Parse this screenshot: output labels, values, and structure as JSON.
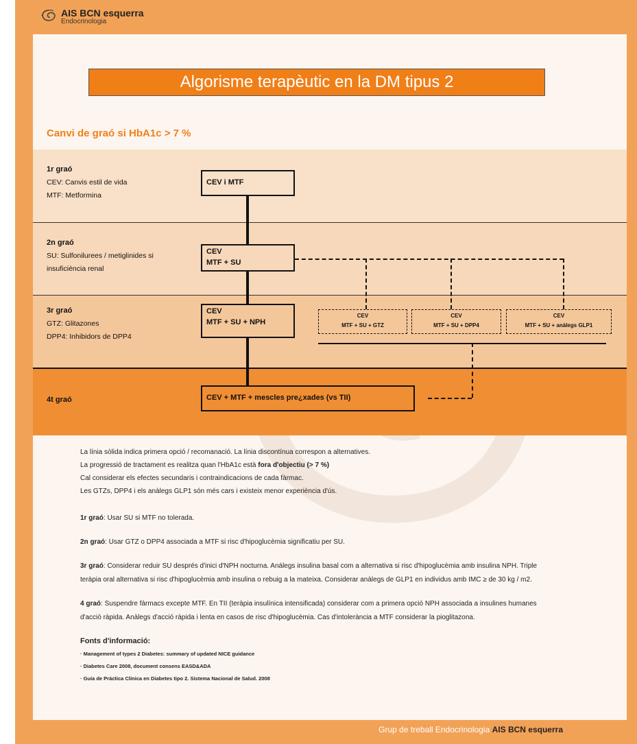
{
  "header": {
    "org_name": "AIS BCN esquerra",
    "org_sub": "Endocrinologia"
  },
  "title": "Algorisme terapèutic en la DM tipus 2",
  "subtitle": "Canvi de graó si HbA1c > 7 %",
  "steps": [
    {
      "heading": "1r graó",
      "lines": [
        "CEV: Canvis estil de vida",
        "MTF: Metformina"
      ],
      "box": [
        "CEV i MTF"
      ]
    },
    {
      "heading": "2n graó",
      "lines": [
        "SU: Sulfonilurees / metiglinides si",
        "insuficiència renal"
      ],
      "box": [
        "CEV",
        "MTF + SU"
      ]
    },
    {
      "heading": "3r graó",
      "lines": [
        "GTZ: Glitazones",
        "DPP4: Inhibidors de DPP4"
      ],
      "box": [
        "CEV",
        "MTF + SU + NPH"
      ]
    },
    {
      "heading": "4t graó",
      "lines": [],
      "box": [
        "CEV + MTF + mescles pre¿xades (vs TII)"
      ]
    }
  ],
  "alternatives": [
    {
      "line1": "CEV",
      "line2": "MTF + SU + GTZ"
    },
    {
      "line1": "CEV",
      "line2": "MTF + SU + DPP4"
    },
    {
      "line1": "CEV",
      "line2": "MTF + SU + anàlegs GLP1"
    }
  ],
  "notes": {
    "intro": [
      "La línia sòlida indica primera opció / recomanació. La línia discontínua correspon a alternatives.",
      "La progressió de tractament es realitza quan l'HbA1c està",
      "fora d'objectiu (> 7 %)",
      "Cal considerar els efectes secundaris i contraindicacions de cada fàrmac.",
      "Les GTZs, DPP4 i els anàlegs GLP1 són més cars i existeix menor experiència d'ús."
    ],
    "s1_label": "1r graó",
    "s1_text": ": Usar SU si MTF no tolerada.",
    "s2_label": "2n graó",
    "s2_text": ": Usar GTZ o DPP4 associada a MTF si risc d'hipoglucèmia significatiu per SU.",
    "s3_label": "3r graó",
    "s3_text": ": Considerar reduir SU després d'inici d'NPH nocturna. Anàlegs insulina basal com a alternativa si risc d'hipoglucèmia amb insulina NPH. Triple teràpia oral alternativa si risc d'hipoglucèmia amb insulina o rebuig a la mateixa. Considerar anàlegs de GLP1 en individus amb IMC ≥ de 30 kg / m2.",
    "s4_label": "4 graó",
    "s4_text": ": Suspendre fàrmacs excepte MTF. En TII (teràpia insulínica intensificada) considerar com a primera opció NPH associada a insulines humanes d'acció ràpida. Anàlegs d'acció ràpida i lenta en casos de risc d'hipoglucèmia. Cas d'intolerància a MTF considerar la pioglitazona."
  },
  "sources": {
    "title": "Fonts d'informació:",
    "items": [
      "· Management of types 2 Diabetes: summary of updated NICE guidance",
      "· Diabetes Care 2008, document consens EASD&ADA",
      "· Guía de Práctica Clínica en Diabetes tipo 2. Sistema Nacional de Salud. 2008"
    ]
  },
  "footer": {
    "prefix": "Grup de treball Endocrinologia",
    "suffix": "AIS BCN esquerra"
  },
  "colors": {
    "accent": "#f07f18",
    "frame": "#f2a257"
  }
}
